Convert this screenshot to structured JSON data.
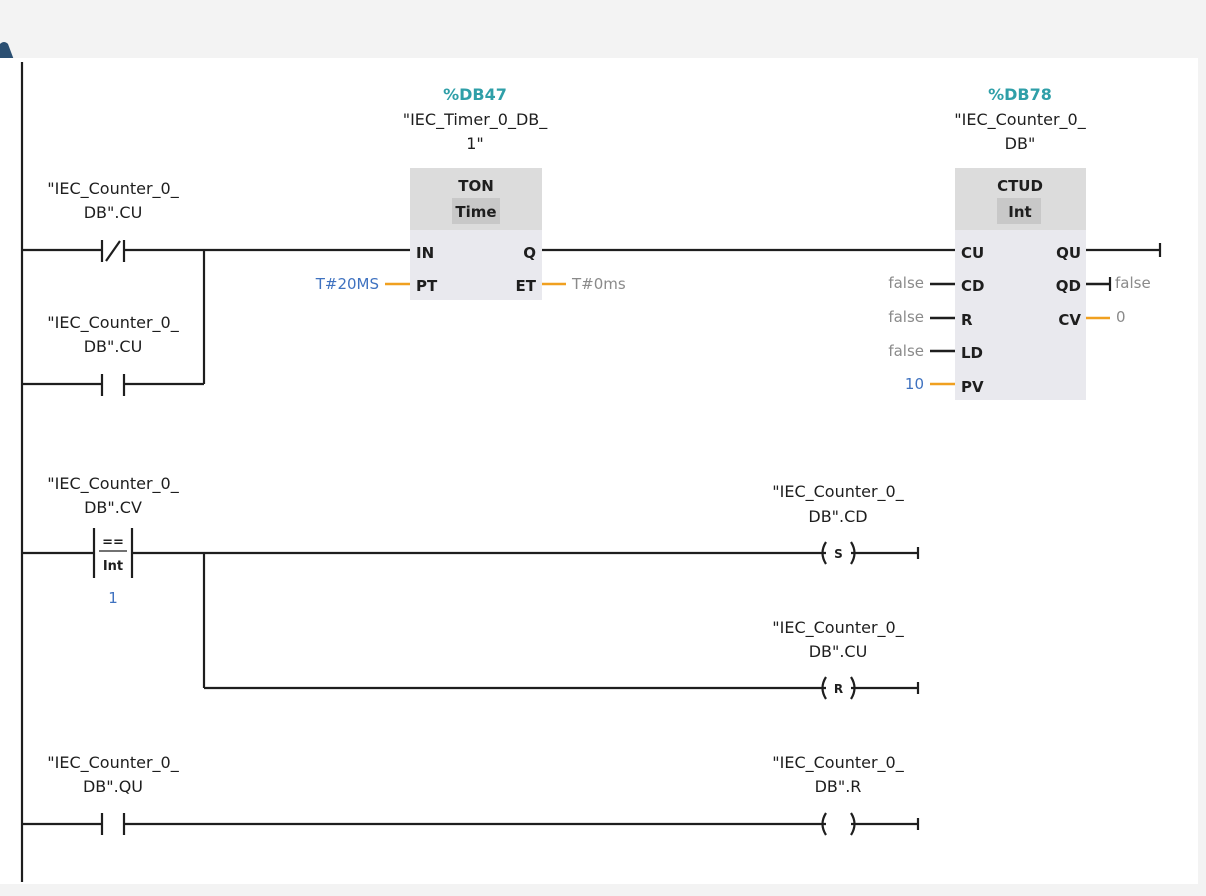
{
  "colors": {
    "accent_address": "#2f9fa8",
    "constant_blue": "#3f72c0",
    "value_gray": "#8a8a8a",
    "param_orange": "#f0a020",
    "block_header": "#dcdcdc",
    "block_body": "#e9e9ee"
  },
  "network1": {
    "contact_nc": {
      "label1": "\"IEC_Counter_0_",
      "label2": "DB\".CU",
      "icon": "normally-closed-contact-icon"
    },
    "contact_no": {
      "label1": "\"IEC_Counter_0_",
      "label2": "DB\".CU",
      "icon": "normally-open-contact-icon"
    },
    "timer": {
      "address": "%DB47",
      "instance1": "\"IEC_Timer_0_DB_",
      "instance2": "1\"",
      "type": "TON",
      "datatype": "Time",
      "pin_in": "IN",
      "pin_pt": "PT",
      "pin_q": "Q",
      "pin_et": "ET",
      "pt_value": "T#20MS",
      "et_value": "T#0ms"
    },
    "counter": {
      "address": "%DB78",
      "instance1": "\"IEC_Counter_0_",
      "instance2": "DB\"",
      "type": "CTUD",
      "datatype": "Int",
      "pin_cu": "CU",
      "pin_cd": "CD",
      "pin_r": "R",
      "pin_ld": "LD",
      "pin_pv": "PV",
      "pin_qu": "QU",
      "pin_qd": "QD",
      "pin_cv": "CV",
      "cd_value": "false",
      "r_value": "false",
      "ld_value": "false",
      "pv_value": "10",
      "qd_value": "false",
      "cv_value": "0"
    }
  },
  "network2": {
    "compare": {
      "label1": "\"IEC_Counter_0_",
      "label2": "DB\".CV",
      "op": "==",
      "type": "Int",
      "value": "1"
    },
    "coil_set": {
      "label1": "\"IEC_Counter_0_",
      "label2": "DB\".CD",
      "mark": "S"
    },
    "coil_reset": {
      "label1": "\"IEC_Counter_0_",
      "label2": "DB\".CU",
      "mark": "R"
    }
  },
  "network3": {
    "contact_no": {
      "label1": "\"IEC_Counter_0_",
      "label2": "DB\".QU"
    },
    "coil": {
      "label1": "\"IEC_Counter_0_",
      "label2": "DB\".R"
    }
  }
}
